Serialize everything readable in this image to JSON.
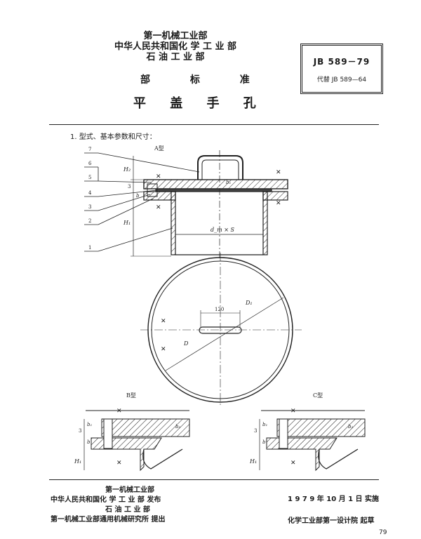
{
  "header": {
    "issuers": [
      "第一机械工业部",
      "中华人民共和国化 学 工 业 部",
      "石 油 工 业 部"
    ],
    "rank": "部 标 准",
    "title": "平 盖 手 孔",
    "std_code": "JB 589－79",
    "std_replace": "代替 JB 589—64"
  },
  "section_heading": "1. 型式、基本参数和尺寸：",
  "drawing": {
    "view_a_label": "A型",
    "view_b_label": "B型",
    "view_c_label": "C型",
    "part_numbers": [
      "7",
      "6",
      "5",
      "4",
      "3",
      "2",
      "1"
    ],
    "dims": {
      "H2": "H₂",
      "H1": "H₁",
      "b1": "b₁",
      "b": "b",
      "b2": "b₂",
      "three": "3",
      "dm_s": "d_m × S",
      "D": "D",
      "D1": "D₁",
      "w120": "120"
    },
    "cut_mark": "✕"
  },
  "footer": {
    "left_lines": [
      "第一机械工业部",
      "中华人民共和国化 学 工 业 部   发布",
      "石 油 工 业 部",
      "第一机械工业部通用机械研究所    提出"
    ],
    "implement": "1 9 7 9 年 10 月 1 日    实施",
    "drafter": "化学工业部第一设计院    起草",
    "page": "79"
  }
}
